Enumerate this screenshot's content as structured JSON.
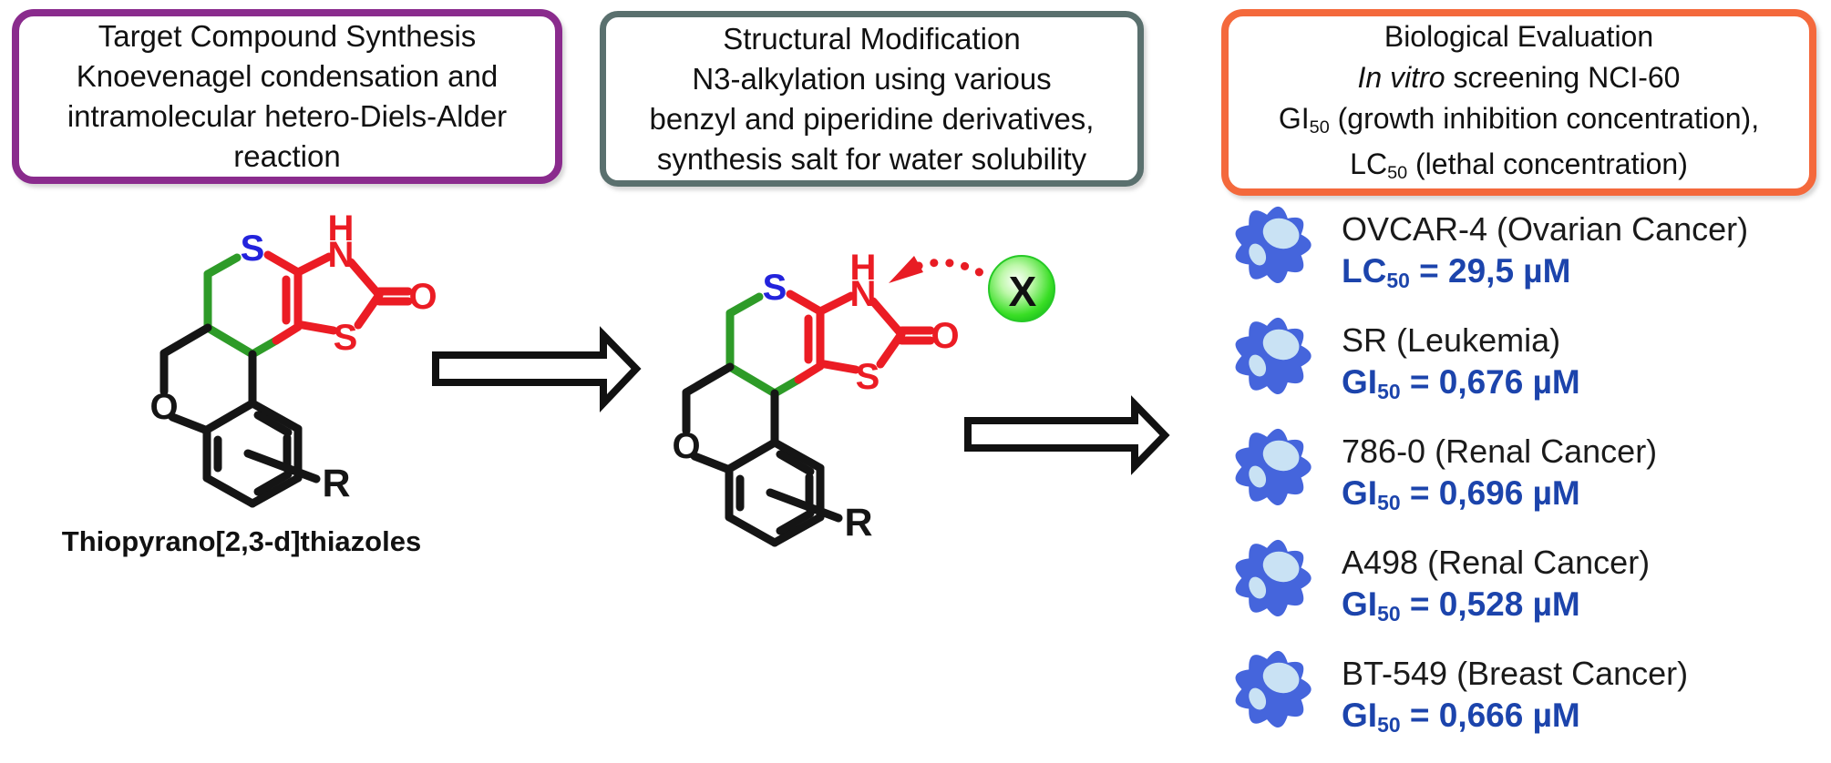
{
  "boxes": {
    "synthesis": {
      "border_color": "#8A2B8D",
      "lines": [
        "Target Compound Synthesis",
        "Knoevenagel condensation and",
        "intramolecular hetero-Diels-Alder",
        "reaction"
      ]
    },
    "modification": {
      "border_color": "#5A706E",
      "lines": [
        "Structural Modification",
        "N3-alkylation using various",
        "benzyl and piperidine derivatives,",
        "synthesis salt for water solubility"
      ]
    },
    "evaluation": {
      "border_color": "#F4693C",
      "line1": "Biological Evaluation",
      "line2_italic": "In vitro",
      "line2_rest": " screening NCI-60",
      "line3_metric": "GI",
      "line3_sub": "50",
      "line3_rest": " (growth inhibition concentration),",
      "line4_metric": "LC",
      "line4_sub": "50",
      "line4_rest": " (lethal concentration)"
    }
  },
  "molecule": {
    "caption": "Thiopyrano[2,3-d]thiazoles",
    "atoms": {
      "s_thiopyran": "S",
      "h": "H",
      "n": "N",
      "o_carbonyl": "O",
      "s_thiazole": "S",
      "o_pyran": "O",
      "r": "R"
    },
    "x_substituent": "X"
  },
  "cell_lines": [
    {
      "name": "OVCAR-4 (Ovarian Cancer)",
      "metric": "LC",
      "sub": "50",
      "value": " = 29,5 µM"
    },
    {
      "name": "SR (Leukemia)",
      "metric": "GI",
      "sub": "50",
      "value": " = 0,676 µM"
    },
    {
      "name": "786-0 (Renal Cancer)",
      "metric": "GI",
      "sub": "50",
      "value": " = 0,696 µM"
    },
    {
      "name": "A498 (Renal Cancer)",
      "metric": "GI",
      "sub": "50",
      "value": " = 0,528 µM"
    },
    {
      "name": "BT-549 (Breast Cancer)",
      "metric": "GI",
      "sub": "50",
      "value": " = 0,666 µM"
    }
  ],
  "colors": {
    "box_purple": "#8A2B8D",
    "box_gray": "#5A706E",
    "box_orange": "#F4693C",
    "value_blue": "#1C44AC",
    "bond_red": "#EB1C24",
    "bond_green": "#2E9B28",
    "atom_sulfur_blue": "#2323DC",
    "cell_body_blue": "#4565DC",
    "cell_nucleus_blue": "#C9E2F4",
    "x_circle_green": "#2FD823"
  }
}
